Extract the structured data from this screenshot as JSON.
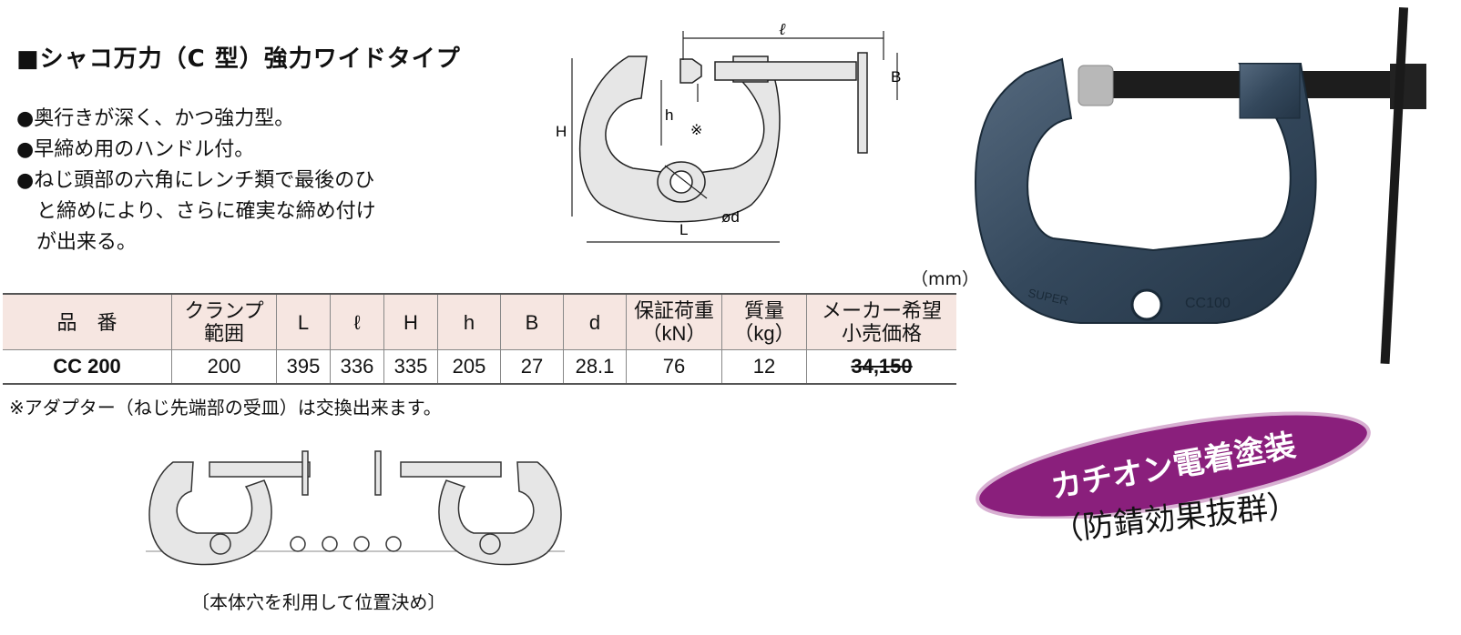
{
  "title": "■シャコ万力（C 型）強力ワイドタイプ",
  "features": [
    "●奥行きが深く、かつ強力型。",
    "●早締め用のハンドル付。",
    "●ねじ頭部の六角にレンチ類で最後のひ",
    "　と締めにより、さらに確実な締め付け",
    "　が出来る。"
  ],
  "diagram": {
    "labels": {
      "l": "ℓ",
      "B": "B",
      "h": "h",
      "H": "H",
      "mark": "※",
      "d": "ød",
      "L": "L"
    }
  },
  "unit": "（mm）",
  "table": {
    "headers": [
      [
        "品　番"
      ],
      [
        "クランプ",
        "範囲"
      ],
      [
        "L"
      ],
      [
        "ℓ"
      ],
      [
        "H"
      ],
      [
        "h"
      ],
      [
        "B"
      ],
      [
        "d"
      ],
      [
        "保証荷重",
        "（kN）"
      ],
      [
        "質量",
        "（kg）"
      ],
      [
        "メーカー希望",
        "小売価格"
      ]
    ],
    "row": [
      "CC 200",
      "200",
      "395",
      "336",
      "335",
      "205",
      "27",
      "28.1",
      "76",
      "12",
      "34,150"
    ]
  },
  "note": "※アダプター（ねじ先端部の受皿）は交換出来ます。",
  "caption": "〔本体穴を利用して位置決め〕",
  "product_image": {
    "body_marking": "CC100",
    "brand_marking": "SUPER"
  },
  "badge": {
    "text": "カチオン電着塗装",
    "color": "#8a1f7c"
  },
  "badge_sub": "（防錆効果抜群）"
}
